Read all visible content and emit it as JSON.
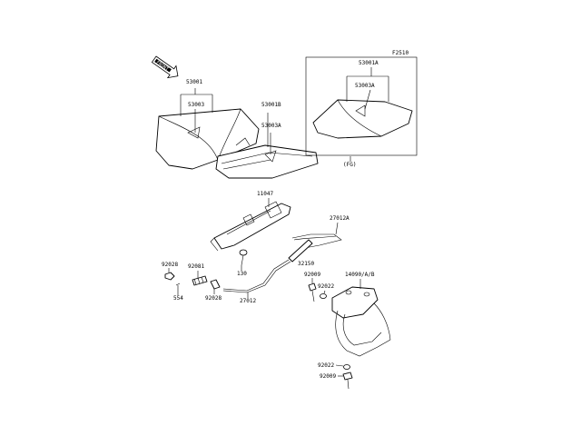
{
  "figure_id": "F2510",
  "front_badge": "FRONT",
  "labels": {
    "p53001": "53001",
    "p53003": "53003",
    "p53001b": "53001B",
    "p53003a_b": "53003A",
    "p53001a": "53001A",
    "p53003a_a": "53003A",
    "fg": "(FG)",
    "p11047": "11047",
    "p130": "130",
    "p27012a": "27012A",
    "p32150": "32150",
    "p92028a": "92028",
    "p92081": "92081",
    "p554": "554",
    "p92028b": "92028",
    "p27012": "27012",
    "p92009a": "92009",
    "p92022a": "92022",
    "p14090": "14090/A/B",
    "p92022b": "92022",
    "p92009b": "92009"
  }
}
